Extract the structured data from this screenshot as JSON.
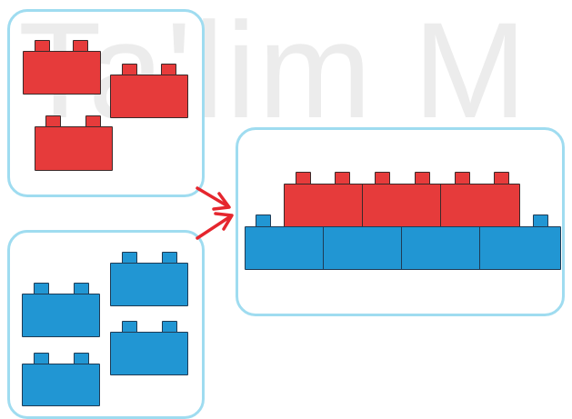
{
  "watermark": {
    "text": "Ta'lim M"
  },
  "colors": {
    "red_brick": "#e63b3b",
    "blue_brick": "#2196d3",
    "panel_border": "#9fdcf0",
    "arrow": "#e5262e"
  },
  "panels": {
    "red_group": {
      "brick_color": "red",
      "brick_count": 3
    },
    "blue_group": {
      "brick_color": "blue",
      "brick_count": 4
    },
    "result": {
      "red_brick_count": 3,
      "blue_brick_count": 4
    }
  },
  "icons": {
    "arrows": [
      "arrow-right-icon",
      "arrow-right-icon"
    ]
  }
}
